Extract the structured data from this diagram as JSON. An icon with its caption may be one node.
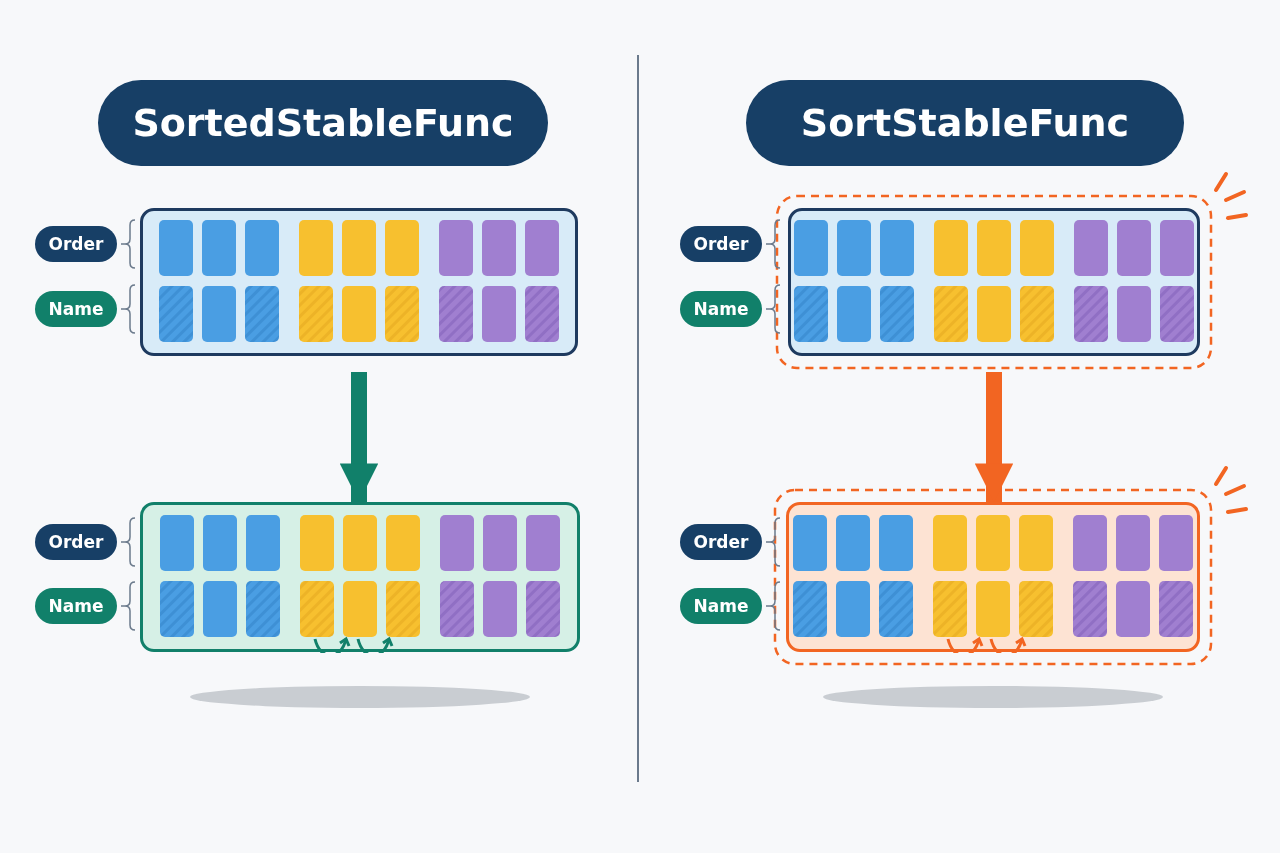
{
  "diagram": {
    "nodes": [
      {
        "text": [
          "SortedStableFunc"
        ]
      },
      {
        "text": [],
        "shape": "box"
      },
      {
        "text": [
          "Order"
        ]
      },
      {
        "text": [
          "Name"
        ]
      },
      {
        "text": [],
        "shape": "box"
      },
      {
        "text": [
          "Order"
        ]
      },
      {
        "text": [
          "Name"
        ]
      },
      {
        "text": [
          "SortStableFunc"
        ]
      },
      {
        "text": [],
        "shape": "box"
      },
      {
        "text": [
          "Order"
        ]
      },
      {
        "text": [
          "Name"
        ]
      },
      {
        "text": [],
        "shape": "box"
      },
      {
        "text": [
          "Order"
        ]
      },
      {
        "text": [
          "Name"
        ]
      }
    ],
    "edges": [
      {
        "from": 1,
        "to": 4,
        "arrow": "to",
        "color": "#11806a"
      },
      {
        "from": 8,
        "to": 11,
        "arrow": "to",
        "color": "#f26522"
      }
    ]
  }
}
